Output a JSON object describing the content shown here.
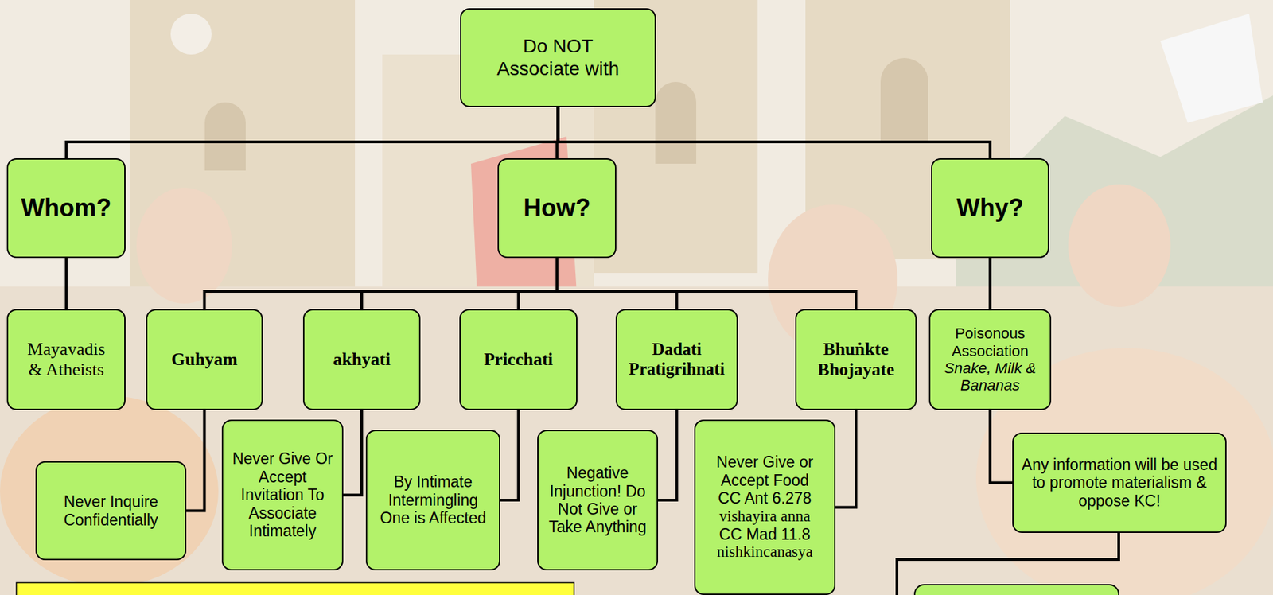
{
  "diagram": {
    "nodes": [
      {
        "text": [
          "Do NOT Associate with"
        ]
      },
      {
        "text": [
          "Whom?"
        ]
      },
      {
        "text": [
          "How?"
        ]
      },
      {
        "text": [
          "Why?"
        ]
      },
      {
        "text": [
          "Mayavadis & Atheists"
        ]
      },
      {
        "text": [
          "Guhyam"
        ]
      },
      {
        "text": [
          "akhyati"
        ]
      },
      {
        "text": [
          "Pricchati"
        ]
      },
      {
        "text": [
          "Dadati Pratigrihnati"
        ]
      },
      {
        "text": [
          "Bhuṅkte Bhojayate"
        ]
      },
      {
        "text": [
          "Poisonous Association",
          "Snake, Milk & Bananas"
        ]
      },
      {
        "text": [
          "Never Inquire Confidentially"
        ]
      },
      {
        "text": [
          "Never Give Or Accept Invitation To Associate Intimately"
        ]
      },
      {
        "text": [
          "By Intimate Intermingling One is Affected"
        ]
      },
      {
        "text": [
          "Negative Injunction! Do Not Give or Take Anything"
        ]
      },
      {
        "text": [
          "Never Give or Accept Food",
          "CC Ant 6.278",
          "vishayira anna",
          "CC Mad 11.8",
          "nishkincanasya"
        ]
      },
      {
        "text": [
          "Any information will be used to promote materialism & oppose KC!"
        ]
      }
    ],
    "edges": [
      {
        "from": 0,
        "to": 1,
        "arrow": "none"
      },
      {
        "from": 0,
        "to": 2,
        "arrow": "none"
      },
      {
        "from": 0,
        "to": 3,
        "arrow": "none"
      },
      {
        "from": 1,
        "to": 4,
        "arrow": "none"
      },
      {
        "from": 2,
        "to": 5,
        "arrow": "none"
      },
      {
        "from": 2,
        "to": 6,
        "arrow": "none"
      },
      {
        "from": 2,
        "to": 7,
        "arrow": "none"
      },
      {
        "from": 2,
        "to": 8,
        "arrow": "none"
      },
      {
        "from": 2,
        "to": 9,
        "arrow": "none"
      },
      {
        "from": 3,
        "to": 10,
        "arrow": "none"
      },
      {
        "from": 5,
        "to": 11,
        "arrow": "none"
      },
      {
        "from": 6,
        "to": 12,
        "arrow": "none"
      },
      {
        "from": 7,
        "to": 13,
        "arrow": "none"
      },
      {
        "from": 8,
        "to": 14,
        "arrow": "none"
      },
      {
        "from": 9,
        "to": 15,
        "arrow": "none"
      },
      {
        "from": 10,
        "to": 16,
        "arrow": "none"
      }
    ]
  }
}
